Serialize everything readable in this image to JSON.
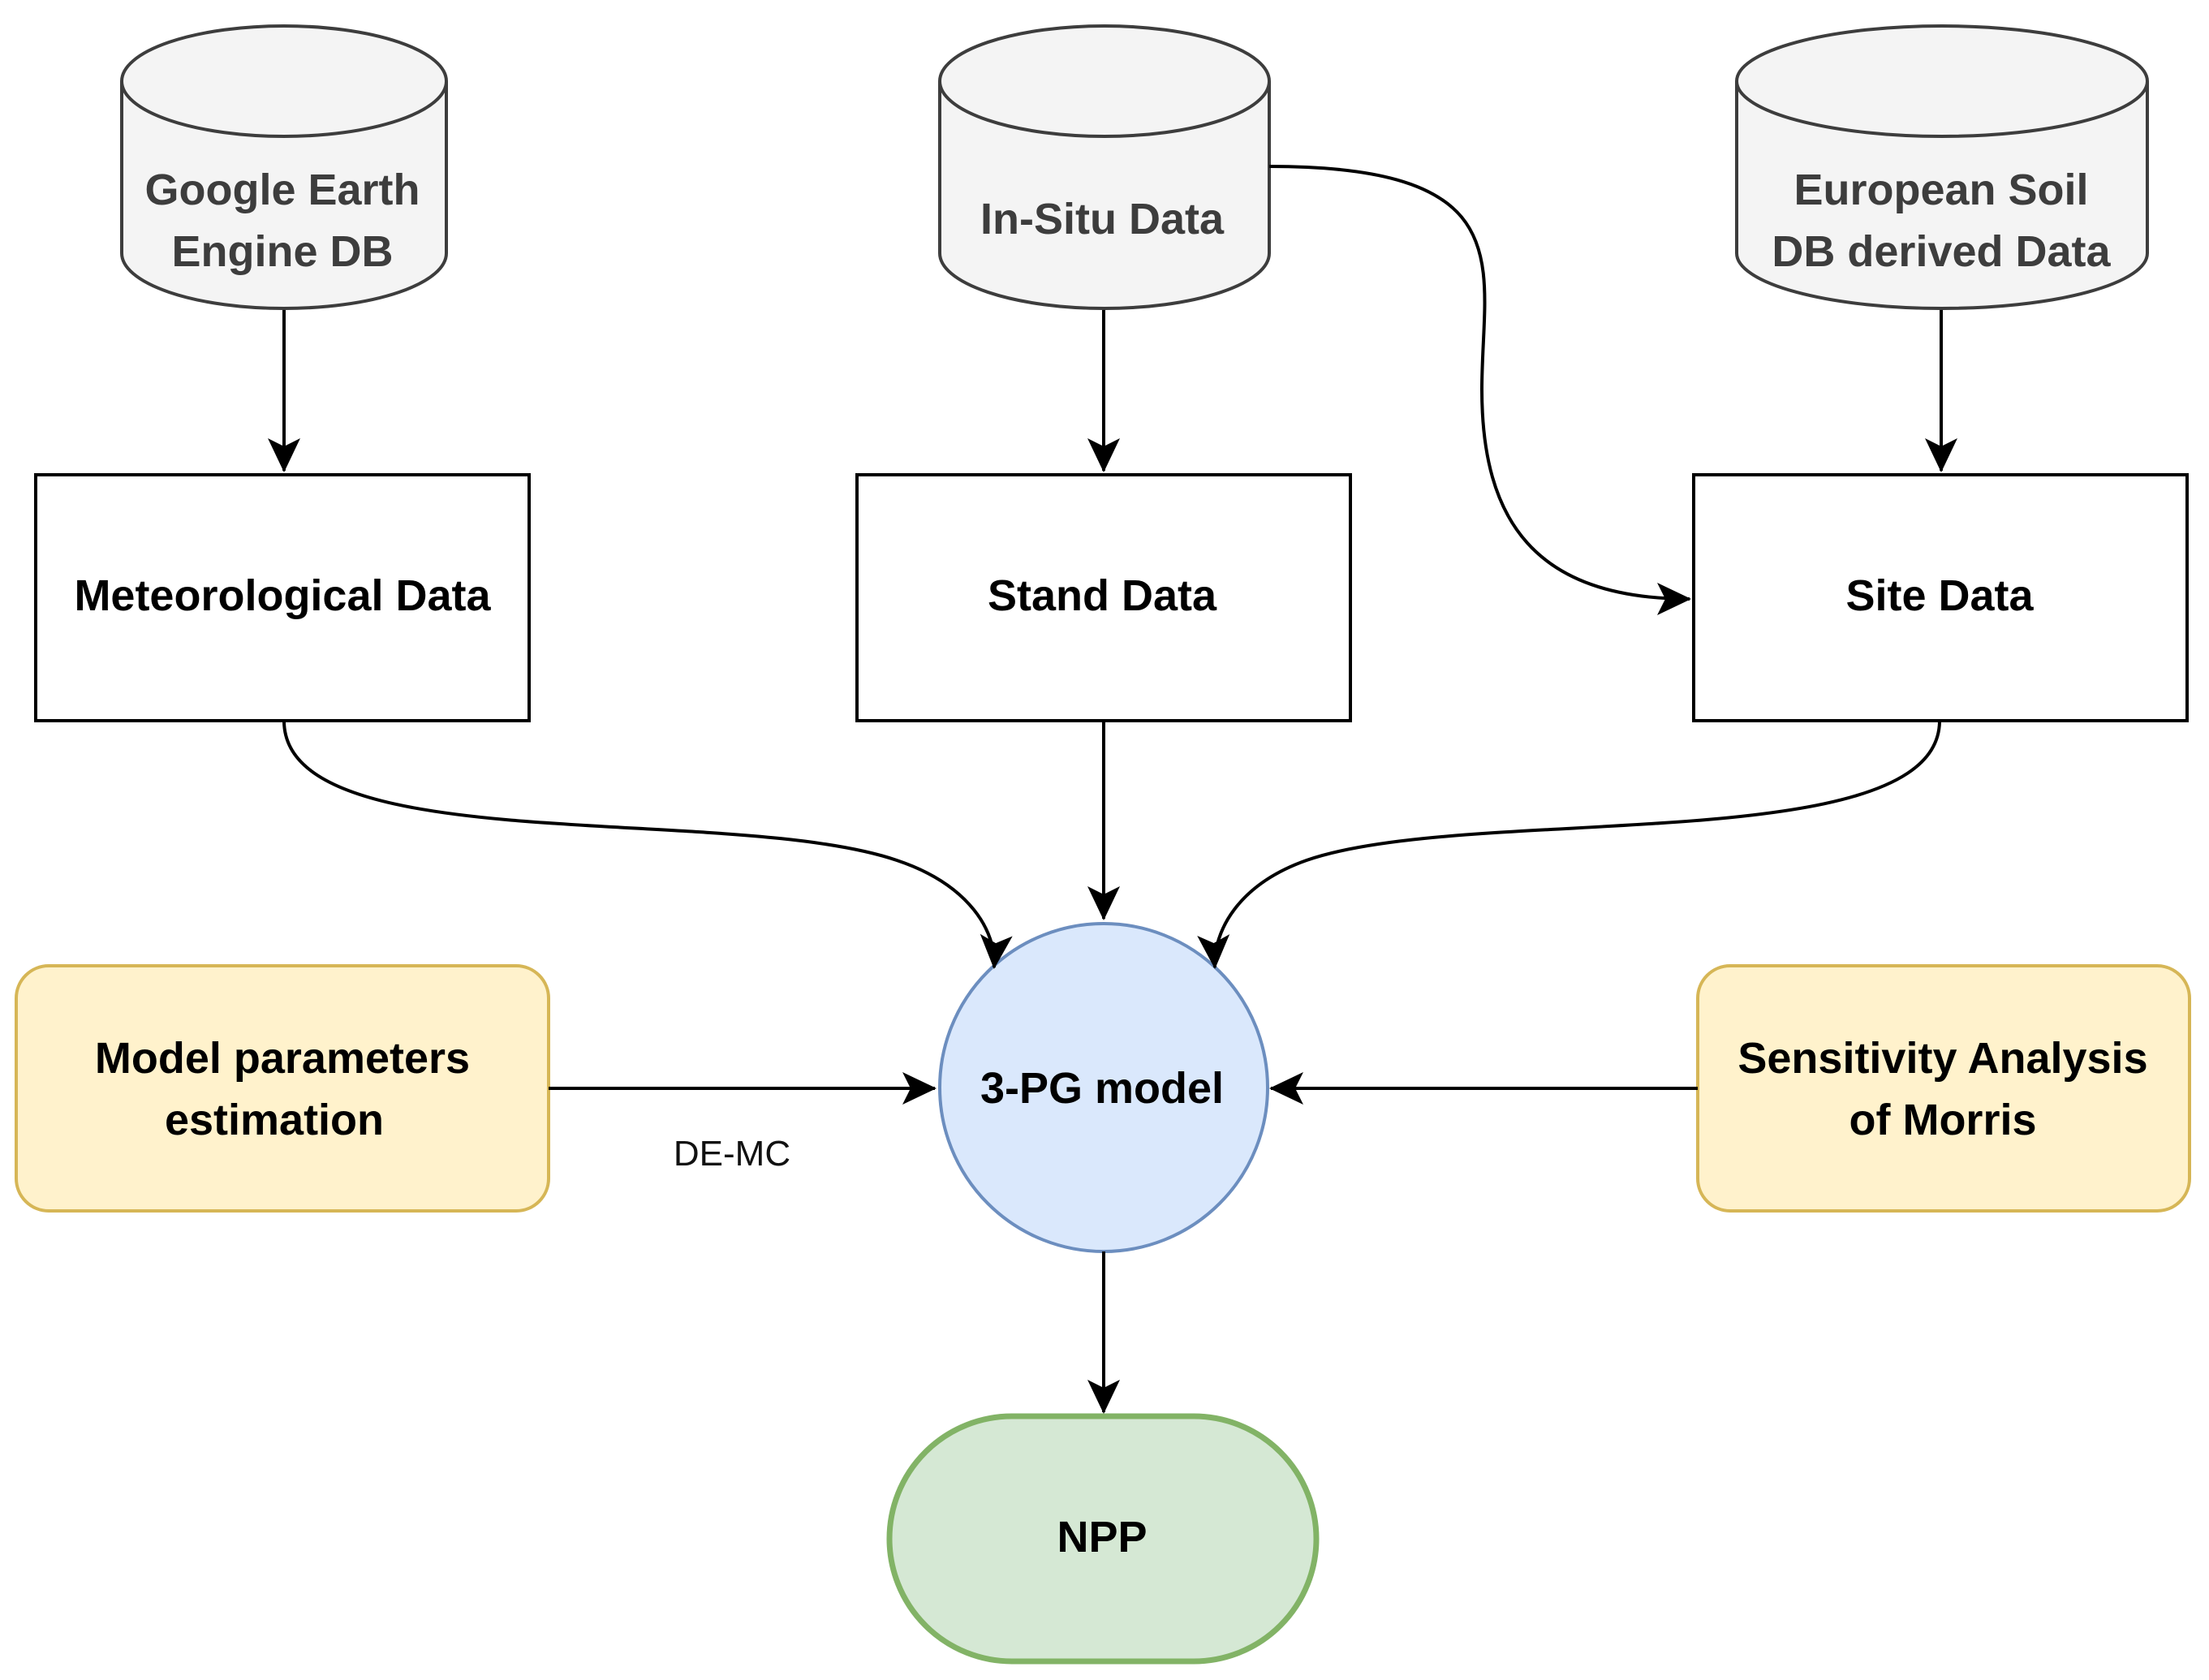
{
  "colors": {
    "db_fill": "#f4f4f4",
    "db_stroke": "#3d3d3d",
    "box_fill": "#ffffff",
    "box_stroke": "#000000",
    "yellow_fill": "#fff2cc",
    "yellow_stroke": "#d6b656",
    "model_fill": "#dae8fc",
    "model_stroke": "#6c8ebf",
    "npp_fill": "#d5e8d4",
    "npp_stroke": "#82b366",
    "edge": "#000000"
  },
  "sources": {
    "gee": {
      "line1": "Google Earth",
      "line2": "Engine DB"
    },
    "insitu": {
      "label": "In-Situ Data"
    },
    "soil": {
      "line1": "European Soil",
      "line2": "DB derived Data"
    }
  },
  "data_boxes": {
    "meteo": "Meteorological Data",
    "stand": "Stand Data",
    "site": "Site Data"
  },
  "side_boxes": {
    "estimation": {
      "line1": "Model parameters",
      "line2": "estimation"
    },
    "sensitivity": {
      "line1": "Sensitivity Analysis",
      "line2": "of Morris"
    }
  },
  "model": {
    "label": "3-PG model"
  },
  "output": {
    "label": "NPP"
  },
  "edge_labels": {
    "demc": "DE-MC"
  }
}
